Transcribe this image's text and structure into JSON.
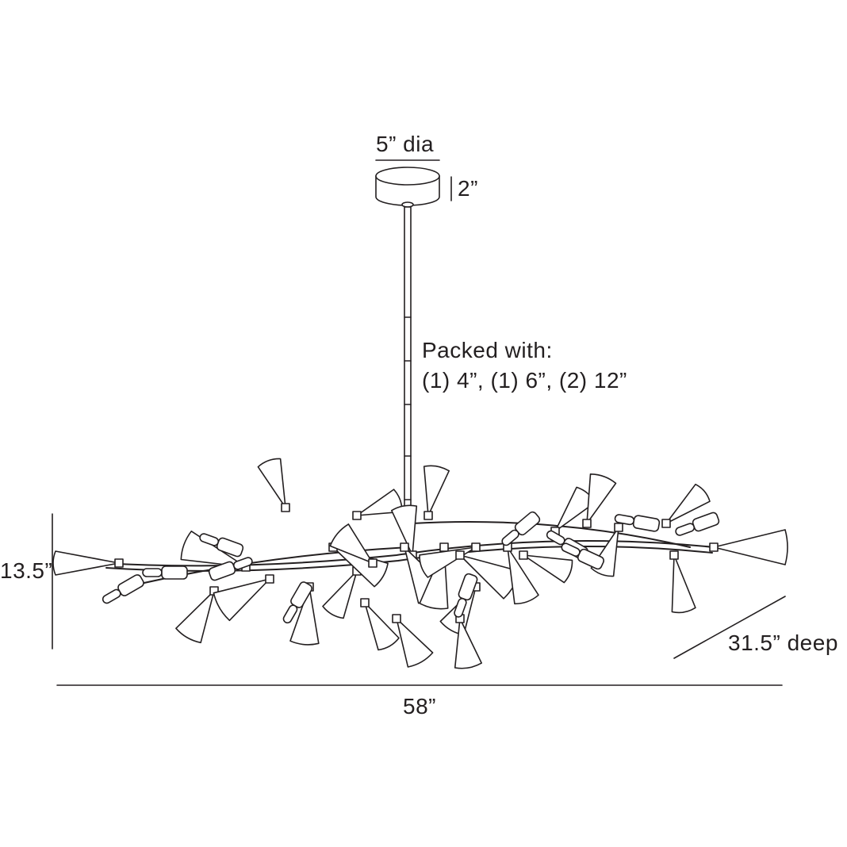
{
  "colors": {
    "line": "#231f20",
    "background": "#ffffff",
    "fill": "#ffffff"
  },
  "labels": {
    "canopy_diameter": "5” dia",
    "canopy_height": "2”",
    "packed_line1": "Packed with:",
    "packed_line2": "(1) 4”, (1) 6”, (2) 12”",
    "height": "13.5”",
    "depth": "31.5” deep",
    "width": "58”"
  }
}
